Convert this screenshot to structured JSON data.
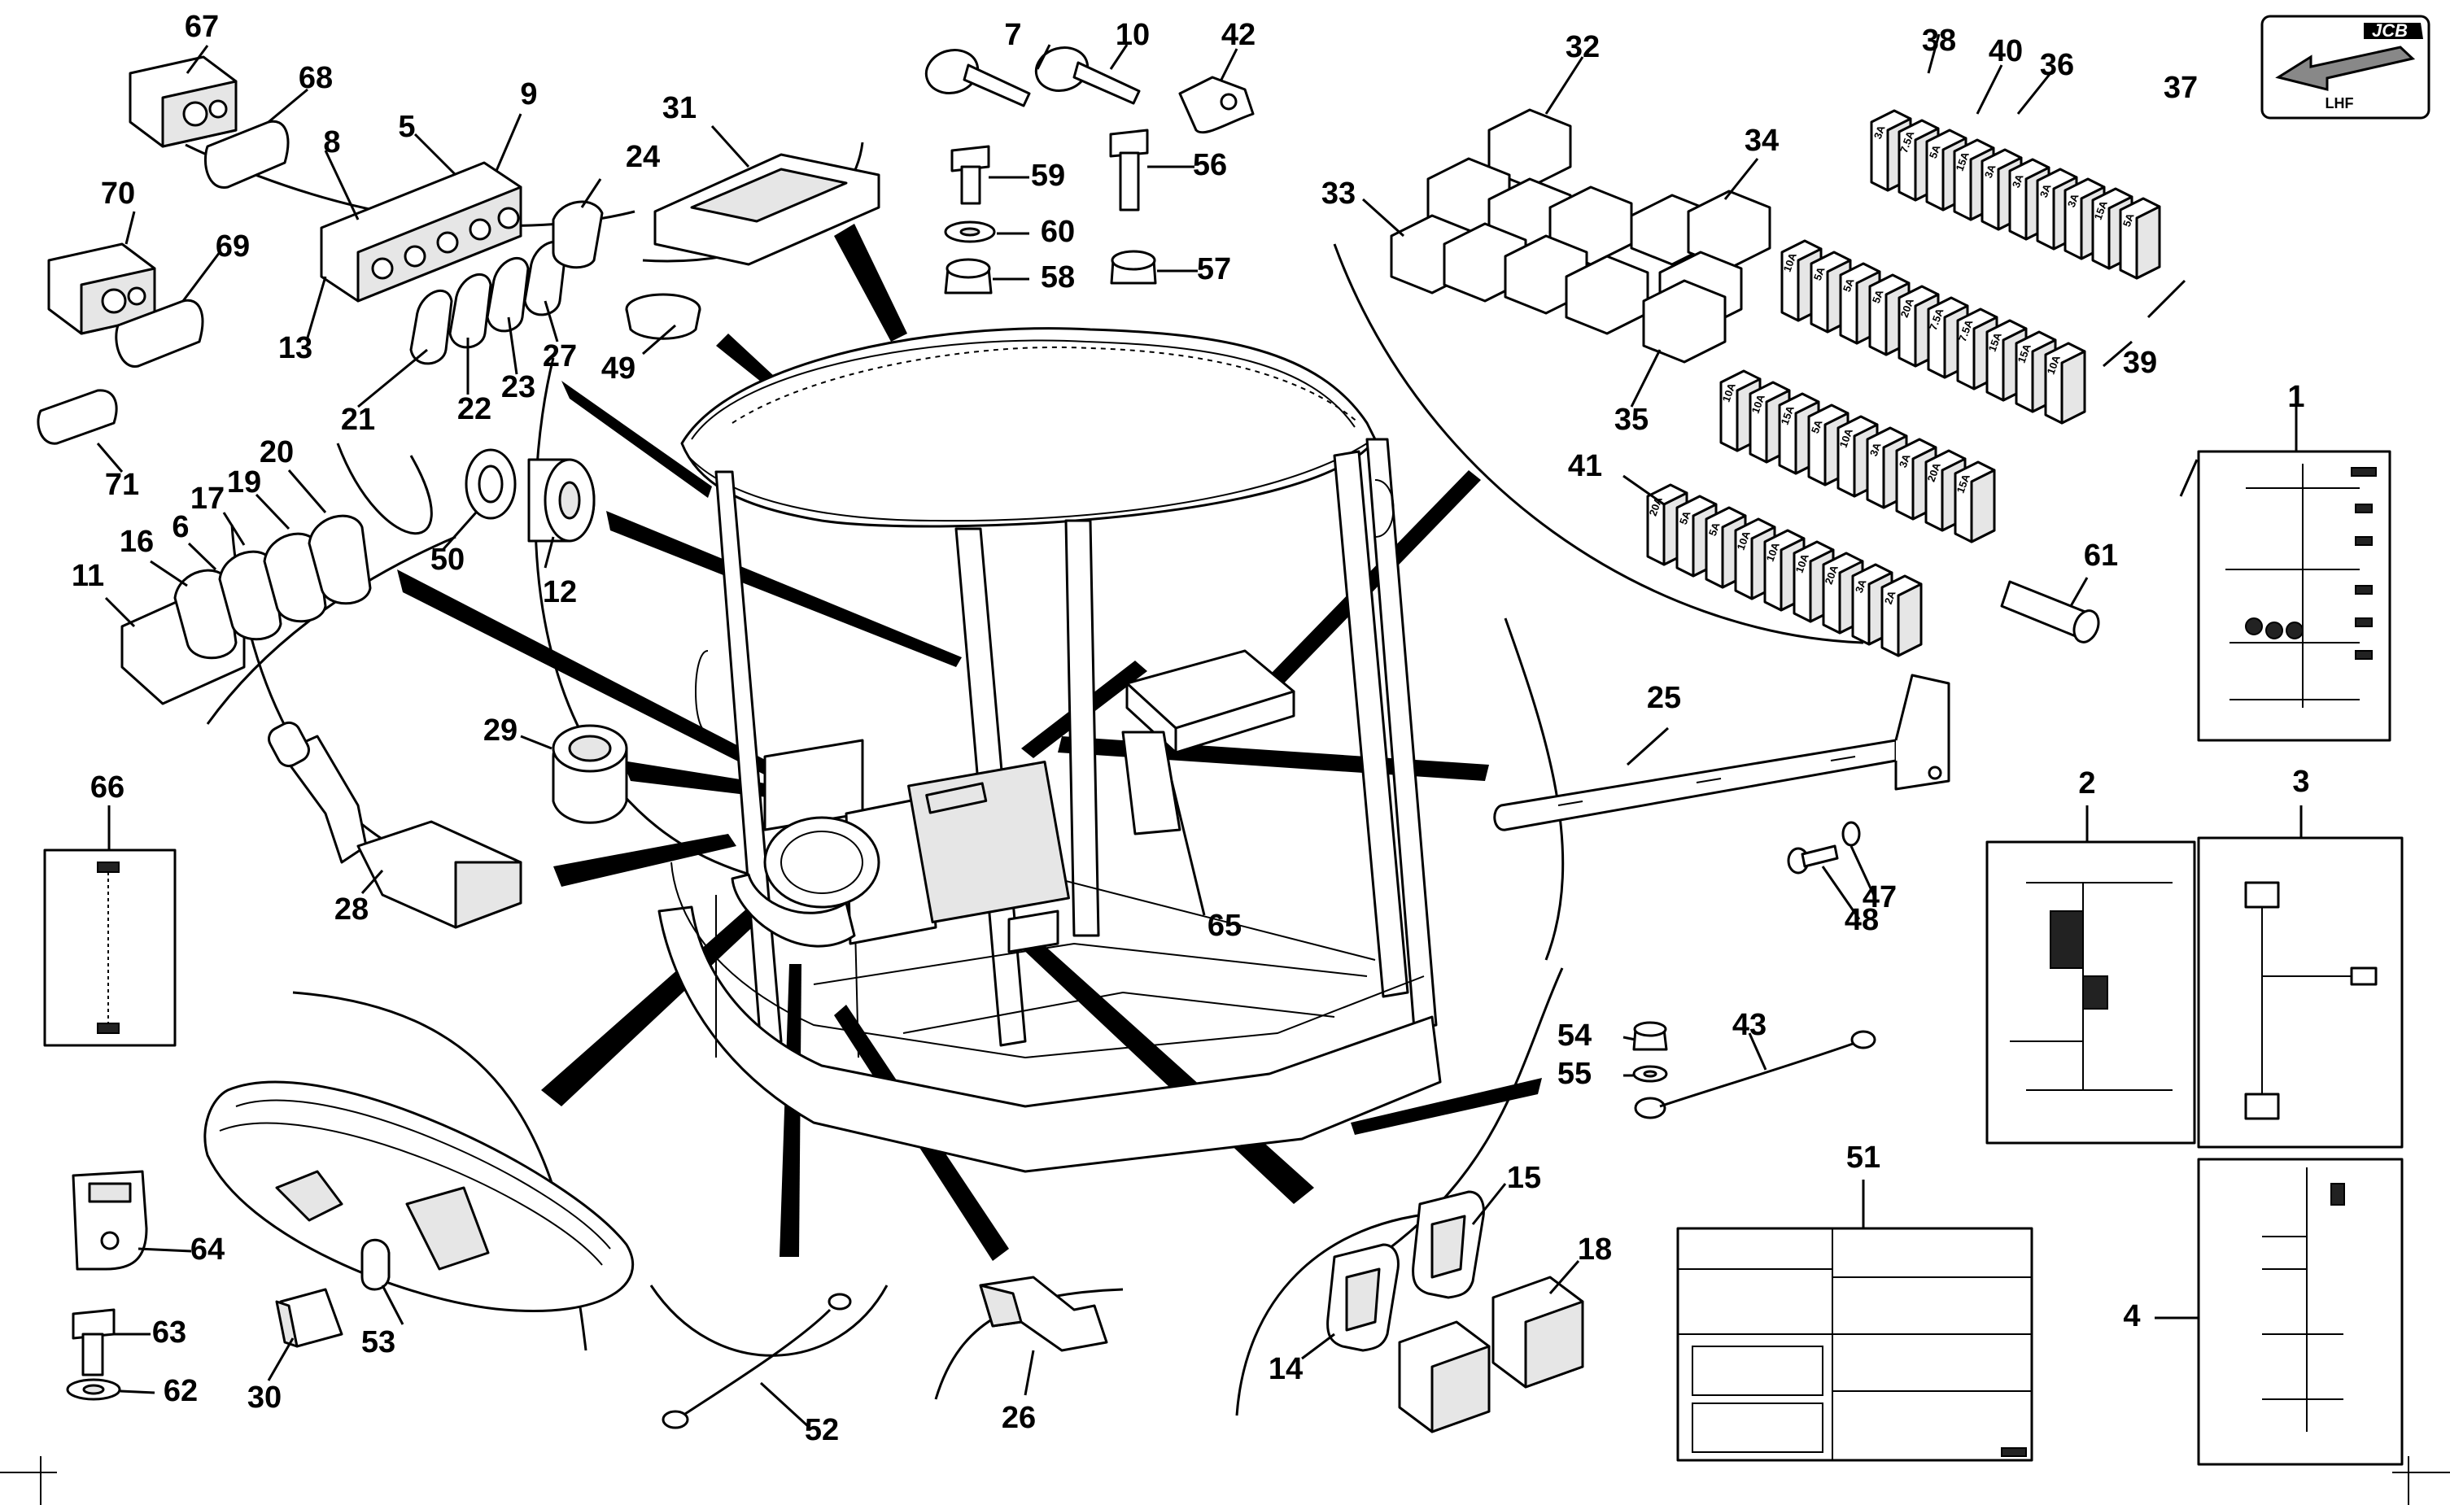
{
  "logo": {
    "brand": "JCB",
    "view": "LHF"
  },
  "callouts": [
    {
      "n": "1"
    },
    {
      "n": "2"
    },
    {
      "n": "3"
    },
    {
      "n": "4"
    },
    {
      "n": "5"
    },
    {
      "n": "6"
    },
    {
      "n": "7"
    },
    {
      "n": "8"
    },
    {
      "n": "9"
    },
    {
      "n": "10"
    },
    {
      "n": "11"
    },
    {
      "n": "12"
    },
    {
      "n": "13"
    },
    {
      "n": "14"
    },
    {
      "n": "15"
    },
    {
      "n": "16"
    },
    {
      "n": "17"
    },
    {
      "n": "18"
    },
    {
      "n": "19"
    },
    {
      "n": "20"
    },
    {
      "n": "21"
    },
    {
      "n": "22"
    },
    {
      "n": "23"
    },
    {
      "n": "24"
    },
    {
      "n": "25"
    },
    {
      "n": "26"
    },
    {
      "n": "27"
    },
    {
      "n": "28"
    },
    {
      "n": "29"
    },
    {
      "n": "30"
    },
    {
      "n": "31"
    },
    {
      "n": "32"
    },
    {
      "n": "33"
    },
    {
      "n": "34"
    },
    {
      "n": "35"
    },
    {
      "n": "36"
    },
    {
      "n": "37"
    },
    {
      "n": "38"
    },
    {
      "n": "39"
    },
    {
      "n": "40"
    },
    {
      "n": "41"
    },
    {
      "n": "42"
    },
    {
      "n": "43"
    },
    {
      "n": "47"
    },
    {
      "n": "48"
    },
    {
      "n": "49"
    },
    {
      "n": "50"
    },
    {
      "n": "51"
    },
    {
      "n": "52"
    },
    {
      "n": "53"
    },
    {
      "n": "54"
    },
    {
      "n": "55"
    },
    {
      "n": "56"
    },
    {
      "n": "57"
    },
    {
      "n": "58"
    },
    {
      "n": "59"
    },
    {
      "n": "60"
    },
    {
      "n": "61"
    },
    {
      "n": "62"
    },
    {
      "n": "63"
    },
    {
      "n": "64"
    },
    {
      "n": "65"
    },
    {
      "n": "66"
    },
    {
      "n": "67"
    },
    {
      "n": "68"
    },
    {
      "n": "69"
    },
    {
      "n": "70"
    },
    {
      "n": "71"
    }
  ],
  "fuse_rows": [
    {
      "ratings": [
        "3A",
        "7.5A",
        "5A",
        "15A",
        "3A",
        "3A",
        "3A",
        "3A",
        "15A",
        "5A"
      ]
    },
    {
      "ratings": [
        "10A",
        "5A",
        "5A",
        "5A",
        "20A",
        "7.5A",
        "7.5A",
        "15A",
        "15A",
        "10A"
      ]
    },
    {
      "ratings": [
        "10A",
        "10A",
        "15A",
        "5A",
        "10A",
        "3A",
        "3A",
        "20A",
        "15A"
      ]
    },
    {
      "ratings": [
        "20A",
        "5A",
        "5A",
        "10A",
        "10A",
        "10A",
        "20A",
        "3A",
        "2A"
      ]
    }
  ]
}
